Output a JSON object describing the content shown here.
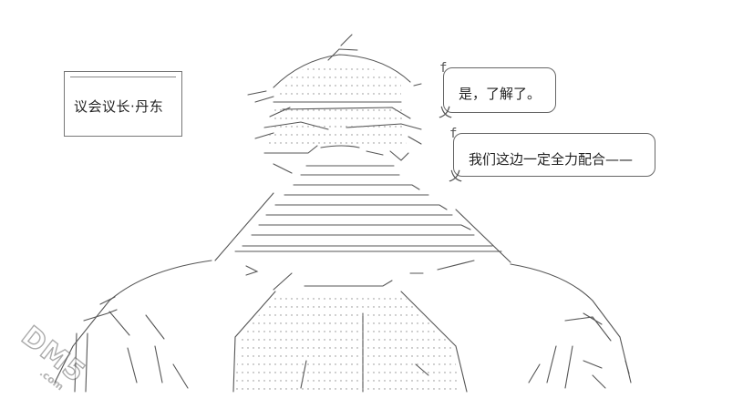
{
  "caption": {
    "text": "议会议长·丹东"
  },
  "bubbles": [
    {
      "text": "是，了解了。",
      "tail_top": "f",
      "tail_bottom": "乂"
    },
    {
      "text": "我们这边一定全力配合——",
      "tail_top": "f",
      "tail_bottom": "乂"
    }
  ],
  "watermark": {
    "main": "DM5",
    "sub": ".com"
  },
  "figure": {
    "icon": "ascii-art-figure"
  },
  "colors": {
    "line": "#555555",
    "dots": "#888888"
  }
}
